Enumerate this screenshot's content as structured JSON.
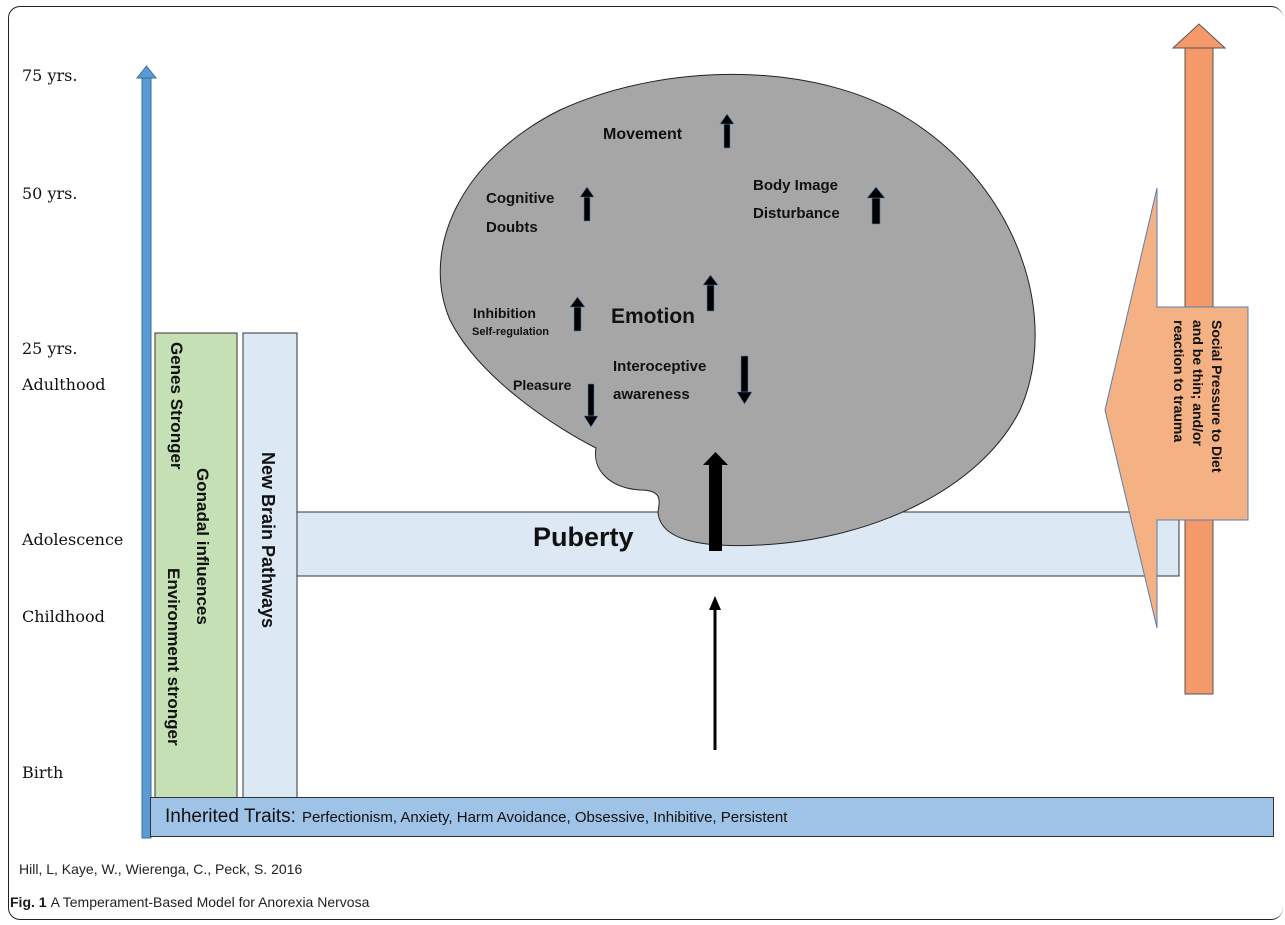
{
  "ages": [
    "75 yrs.",
    "50 yrs.",
    "25 yrs.",
    "Adulthood",
    "Adolescence",
    "Childhood",
    "Birth"
  ],
  "genes_box": {
    "line1": "Genes  Stronger",
    "line2": "Gonadal influences",
    "line3": "Environment stronger"
  },
  "brain_pathways": "New  Brain Pathways",
  "puberty": "Puberty",
  "brain": {
    "movement": "Movement",
    "cognitive": "Cognitive",
    "doubts": "Doubts",
    "body_image": "Body Image",
    "disturbance": "Disturbance",
    "inhibition": "Inhibition",
    "self_regulation": "Self-regulation",
    "emotion": "Emotion",
    "interoceptive": "Interoceptive",
    "awareness": "awareness",
    "pleasure": "Pleasure"
  },
  "social_pressure": {
    "line1": "Social Pressure to Diet",
    "line2": "and be thin; and/or",
    "line3": "reaction to trauma"
  },
  "inherited": {
    "lead": "Inherited Traits:",
    "rest": "Perfectionism, Anxiety, Harm Avoidance, Obsessive, Inhibitive, Persistent"
  },
  "credit": "Hill, L, Kaye, W., Wierenga, C., Peck, S.  2016",
  "caption": {
    "fig": "Fig. 1",
    "text": "A Temperament-Based Model for Anorexia Nervosa"
  },
  "colors": {
    "blue_arrow": "#5b9bd5",
    "green_box": "#c5e0b4",
    "light_blue_box": "#dce9f5",
    "brain_gray": "#a6a6a6",
    "orange_arrow": "#f4996a",
    "salmon_arrow": "#f4b183",
    "inherited_bar": "#9fc3e6"
  }
}
